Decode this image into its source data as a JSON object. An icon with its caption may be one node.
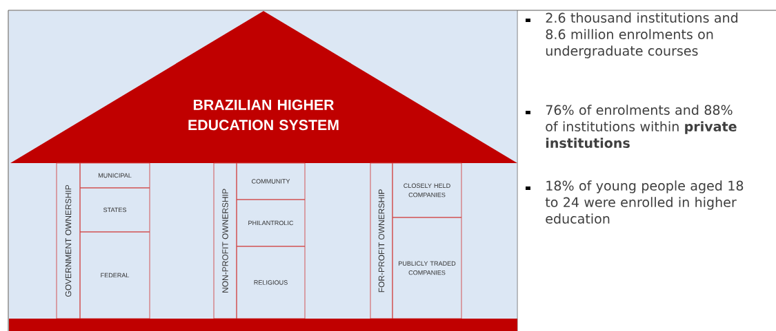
{
  "diagram": {
    "nodes": [
      {
        "text": [
          "BRAZILIAN HIGHER EDUCATION SYSTEM"
        ]
      },
      {
        "text": [
          "GOVERNMENT OWNERSHIP"
        ]
      },
      {
        "text": [
          "MUNICIPAL"
        ]
      },
      {
        "text": [
          "STATES"
        ]
      },
      {
        "text": [
          "FEDERAL"
        ]
      },
      {
        "text": [
          "NON-PROFIT OWNERSHIP"
        ]
      },
      {
        "text": [
          "COMMUNITY"
        ]
      },
      {
        "text": [
          "PHILANTROLIC"
        ]
      },
      {
        "text": [
          "RELIGIOUS"
        ]
      },
      {
        "text": [
          "FOR-PROFIT OWNERSHIP"
        ]
      },
      {
        "text": [
          "CLOSELY HELD COMPANIES"
        ]
      },
      {
        "text": [
          "PUBLICLY TRADED COMPANIES"
        ]
      },
      {
        "text": [],
        "shape": "bar"
      }
    ],
    "labels": [
      "2.6 thousand institutions and 8.6 million enrolments on undergraduate courses",
      "76% of enrolments and 88% of institutions within **private institutions**",
      "18% of young people aged 18 to 24 were enrolled in higher education"
    ]
  }
}
